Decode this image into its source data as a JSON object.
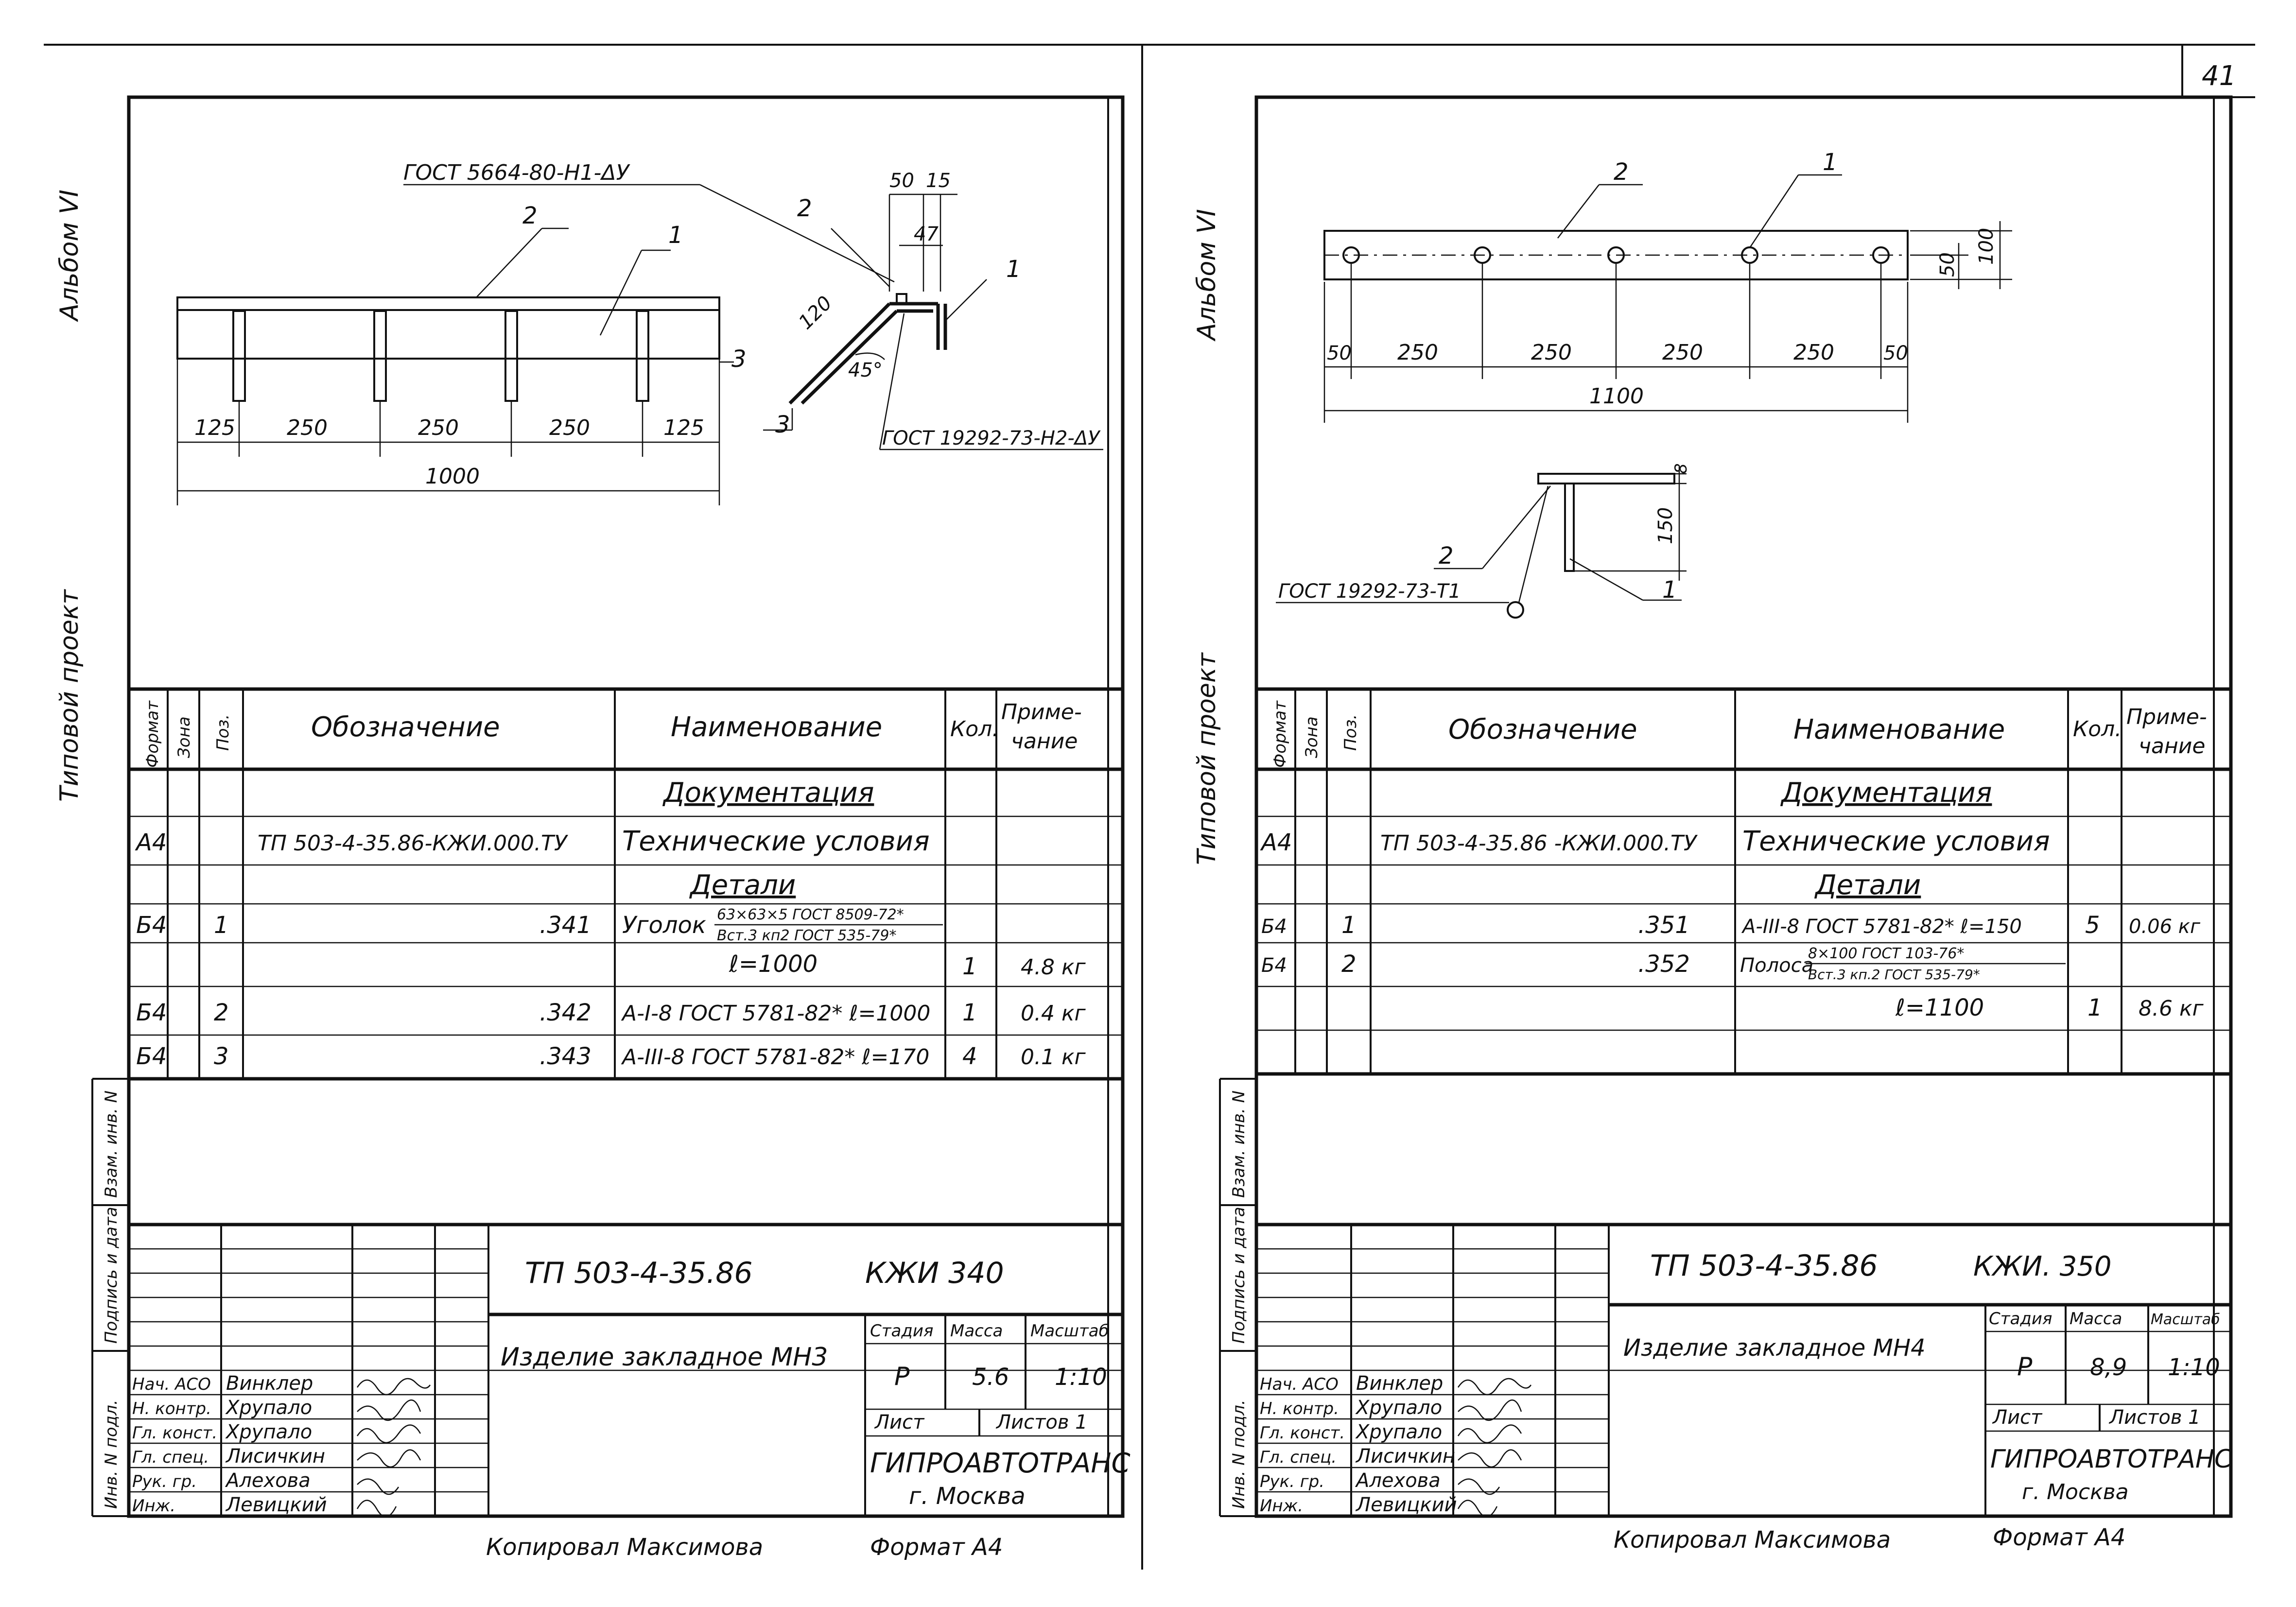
{
  "page_number": "41",
  "left_sheet": {
    "side_labels": {
      "album": "Альбом VI",
      "project": "Типовой проект",
      "inv_replace": "Взам. инв. N",
      "sign_date": "Подпись и дата",
      "inv_orig": "Инв. N подл."
    },
    "drawing": {
      "gost_top": "ГОСТ 5664-80-Н1-ΔУ",
      "gost_bottom": "ГОСТ 19292-73-Н2-ΔУ",
      "pos_labels": [
        "2",
        "1",
        "3",
        "2",
        "1",
        "3"
      ],
      "dims": [
        "125",
        "250",
        "250",
        "250",
        "125",
        "1000",
        "50",
        "15",
        "47",
        "120",
        "45°"
      ]
    },
    "spec": {
      "headers": {
        "format": "Формат",
        "zone": "Зона",
        "pos": "Поз.",
        "designation": "Обозначение",
        "name": "Наименование",
        "qty": "Кол.",
        "note": "Приме-",
        "note2": "чание"
      },
      "section_docs": "Документация",
      "section_details": "Детали",
      "rows": [
        {
          "format": "А4",
          "zone": "",
          "pos": "",
          "designation": "ТП 503-4-35.86-КЖИ.000.ТУ",
          "name": "Технические условия",
          "qty": "",
          "note": ""
        },
        {
          "format": "Б4",
          "zone": "",
          "pos": "1",
          "designation": ".341",
          "name": "Уголок",
          "name_num": "63×63×5 ГОСТ 8509-72*",
          "name_den": "Вст.3 кп2 ГОСТ 535-79*",
          "qty": "",
          "note": ""
        },
        {
          "format": "",
          "zone": "",
          "pos": "",
          "designation": "",
          "name": "ℓ=1000",
          "qty": "1",
          "note": "4.8 кг"
        },
        {
          "format": "Б4",
          "zone": "",
          "pos": "2",
          "designation": ".342",
          "name": "А-I-8 ГОСТ 5781-82* ℓ=1000",
          "qty": "1",
          "note": "0.4 кг"
        },
        {
          "format": "Б4",
          "zone": "",
          "pos": "3",
          "designation": ".343",
          "name": "А-III-8 ГОСТ 5781-82* ℓ=170",
          "qty": "4",
          "note": "0.1 кг"
        }
      ]
    },
    "title_block": {
      "code": "ТП 503-4-35.86",
      "mark": "КЖИ 340",
      "title": "Изделие закладное МН3",
      "stage_label": "Стадия",
      "mass_label": "Масса",
      "scale_label": "Масштаб",
      "stage": "Р",
      "mass": "5.6",
      "scale": "1:10",
      "sheet_label": "Лист",
      "sheets_label": "Листов 1",
      "org": "ГИПРОАВТОТРАНС",
      "city": "г. Москва",
      "roles": [
        "Нач. АСО",
        "Н. контр.",
        "Гл. конст.",
        "Гл. спец.",
        "Рук. гр.",
        "Инж."
      ],
      "names": [
        "Винклер",
        "Хрупало",
        "Хрупало",
        "Лисичкин",
        "Алехова",
        "Левицкий"
      ]
    },
    "footer": {
      "copied": "Копировал Максимова",
      "format": "Формат А4"
    }
  },
  "right_sheet": {
    "side_labels": {
      "album": "Альбом VI",
      "project": "Типовой проект",
      "inv_replace": "Взам. инв. N",
      "sign_date": "Подпись и дата",
      "inv_orig": "Инв. N подл."
    },
    "drawing": {
      "gost": "ГОСТ 19292-73-Т1",
      "pos_labels": [
        "2",
        "1",
        "2",
        "1"
      ],
      "dims": [
        "50",
        "250",
        "250",
        "250",
        "250",
        "50",
        "1100",
        "50",
        "100",
        "8",
        "150"
      ]
    },
    "spec": {
      "headers": {
        "format": "Формат",
        "zone": "Зона",
        "pos": "Поз.",
        "designation": "Обозначение",
        "name": "Наименование",
        "qty": "Кол.",
        "note": "Приме-",
        "note2": "чание"
      },
      "section_docs": "Документация",
      "section_details": "Детали",
      "rows": [
        {
          "format": "А4",
          "zone": "",
          "pos": "",
          "designation": "ТП 503-4-35.86 -КЖИ.000.ТУ",
          "name": "Технические условия",
          "qty": "",
          "note": ""
        },
        {
          "format": "Б4",
          "zone": "",
          "pos": "1",
          "designation": ".351",
          "name": "А-III-8 ГОСТ 5781-82* ℓ=150",
          "qty": "5",
          "note": "0.06 кг"
        },
        {
          "format": "Б4",
          "zone": "",
          "pos": "2",
          "designation": ".352",
          "name": "Полоса",
          "name_num": "8×100 ГОСТ 103-76*",
          "name_den": "Вст.3 кп.2 ГОСТ 535-79*",
          "qty": "",
          "note": ""
        },
        {
          "format": "",
          "zone": "",
          "pos": "",
          "designation": "",
          "name": "ℓ=1100",
          "qty": "1",
          "note": "8.6 кг"
        }
      ]
    },
    "title_block": {
      "code": "ТП 503-4-35.86",
      "mark": "КЖИ. 350",
      "title": "Изделие закладное МН4",
      "stage_label": "Стадия",
      "mass_label": "Масса",
      "scale_label": "Масштаб",
      "stage": "Р",
      "mass": "8,9",
      "scale": "1:10",
      "sheet_label": "Лист",
      "sheets_label": "Листов 1",
      "org": "ГИПРОАВТОТРАНС",
      "city": "г. Москва",
      "roles": [
        "Нач. АСО",
        "Н. контр.",
        "Гл. конст.",
        "Гл. спец.",
        "Рук. гр.",
        "Инж."
      ],
      "names": [
        "Винклер",
        "Хрупало",
        "Хрупало",
        "Лисичкин",
        "Алехова",
        "Левицкий"
      ]
    },
    "footer": {
      "copied": "Копировал Максимова",
      "format": "Формат А4"
    }
  }
}
